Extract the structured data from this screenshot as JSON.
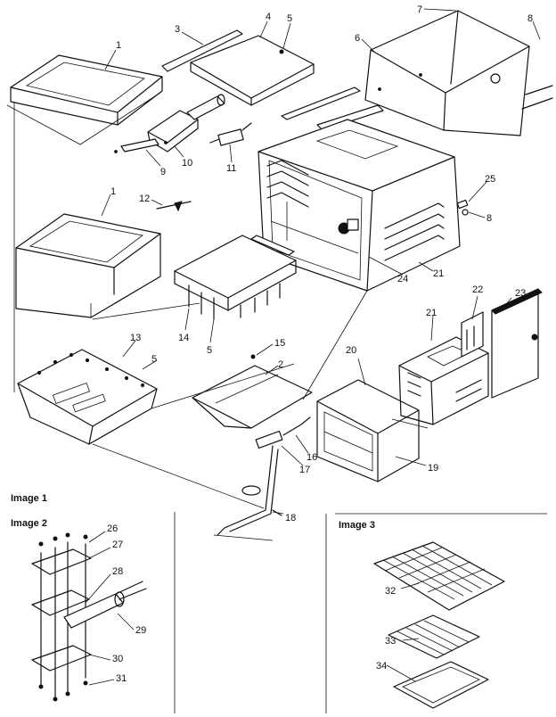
{
  "callouts": {
    "c1a": "1",
    "c1b": "1",
    "c2": "2",
    "c3": "3",
    "c4": "4",
    "c5a": "5",
    "c5b": "5",
    "c5c": "5",
    "c6": "6",
    "c7": "7",
    "c8a": "8",
    "c8b": "8",
    "c9": "9",
    "c10": "10",
    "c11": "11",
    "c12": "12",
    "c13": "13",
    "c14": "14",
    "c15": "15",
    "c16": "16",
    "c17": "17",
    "c18": "18",
    "c19": "19",
    "c20": "20",
    "c21a": "21",
    "c21b": "21",
    "c22": "22",
    "c23": "23",
    "c24": "24",
    "c25": "25",
    "c26": "26",
    "c27": "27",
    "c28": "28",
    "c29": "29",
    "c30": "30",
    "c31": "31",
    "c32": "32",
    "c33": "33",
    "c34": "34"
  },
  "captions": {
    "image1": "Image 1",
    "image2": "Image 2",
    "image3": "Image 3"
  }
}
